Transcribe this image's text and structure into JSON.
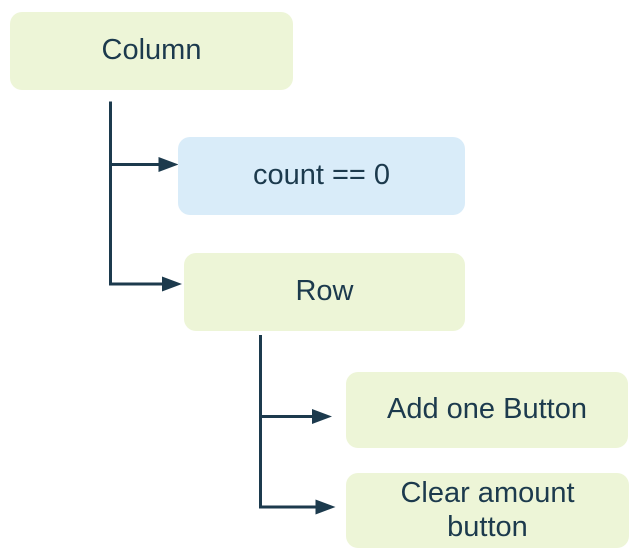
{
  "diagram": {
    "type": "tree",
    "nodes": [
      {
        "id": "column",
        "label": "Column",
        "kind": "widget"
      },
      {
        "id": "count-condition",
        "label": "count == 0",
        "kind": "condition"
      },
      {
        "id": "row",
        "label": "Row",
        "kind": "widget"
      },
      {
        "id": "add-one-button",
        "label": "Add one Button",
        "kind": "widget"
      },
      {
        "id": "clear-amount-button",
        "label": "Clear amount button",
        "kind": "widget"
      }
    ],
    "edges": [
      {
        "from": "column",
        "to": "count-condition"
      },
      {
        "from": "column",
        "to": "row"
      },
      {
        "from": "row",
        "to": "add-one-button"
      },
      {
        "from": "row",
        "to": "clear-amount-button"
      }
    ]
  },
  "colors": {
    "widget_fill": "#edf5d7",
    "condition_fill": "#d9ecf9",
    "line": "#1c3a4d",
    "text": "#1c3a4d",
    "background": "#ffffff"
  }
}
